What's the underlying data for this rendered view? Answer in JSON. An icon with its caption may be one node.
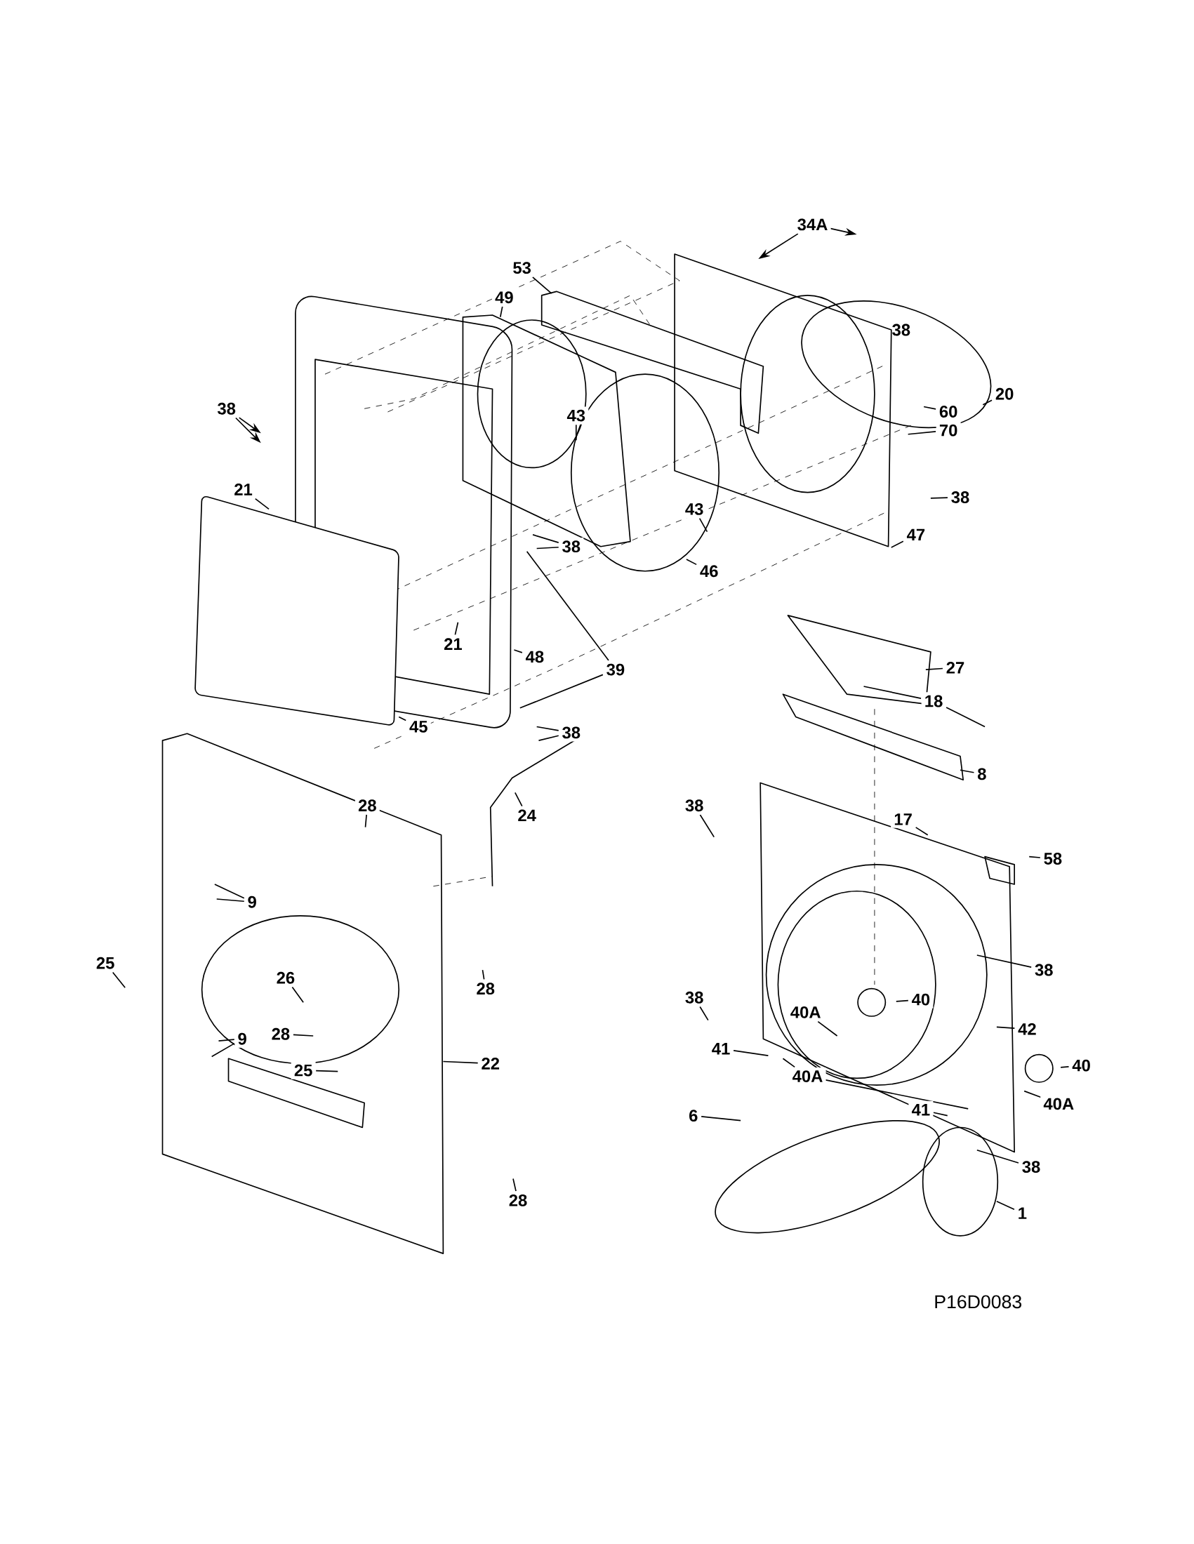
{
  "diagram": {
    "nodes": [
      {
        "text": [
          "34A"
        ]
      },
      {
        "text": [
          "53"
        ]
      },
      {
        "text": [
          "20"
        ]
      },
      {
        "text": [
          "60"
        ]
      },
      {
        "text": [
          "70"
        ]
      },
      {
        "text": [
          "38"
        ]
      },
      {
        "text": [
          "47"
        ]
      },
      {
        "text": [
          "38"
        ]
      },
      {
        "text": [
          "49"
        ]
      },
      {
        "text": [
          "43"
        ]
      },
      {
        "text": [
          "43"
        ]
      },
      {
        "text": [
          "21"
        ]
      },
      {
        "text": [
          "21"
        ]
      },
      {
        "text": [
          "46"
        ]
      },
      {
        "text": [
          "38"
        ]
      },
      {
        "text": [
          "48"
        ]
      },
      {
        "text": [
          "39"
        ]
      },
      {
        "text": [
          "38"
        ]
      },
      {
        "text": [
          "45"
        ]
      },
      {
        "text": [
          "27"
        ]
      },
      {
        "text": [
          "18"
        ]
      },
      {
        "text": [
          "8"
        ]
      },
      {
        "text": [
          "24"
        ]
      },
      {
        "text": [
          "28"
        ]
      },
      {
        "text": [
          "38"
        ]
      },
      {
        "text": [
          "17"
        ]
      },
      {
        "text": [
          "58"
        ]
      },
      {
        "text": [
          "9"
        ]
      },
      {
        "text": [
          "25"
        ]
      },
      {
        "text": [
          "26"
        ]
      },
      {
        "text": [
          "28"
        ]
      },
      {
        "text": [
          "38"
        ]
      },
      {
        "text": [
          "40A"
        ]
      },
      {
        "text": [
          "40"
        ]
      },
      {
        "text": [
          "38"
        ]
      },
      {
        "text": [
          "42"
        ]
      },
      {
        "text": [
          "9"
        ]
      },
      {
        "text": [
          "28"
        ]
      },
      {
        "text": [
          "25"
        ]
      },
      {
        "text": [
          "22"
        ]
      },
      {
        "text": [
          "41"
        ]
      },
      {
        "text": [
          "40A"
        ]
      },
      {
        "text": [
          "40"
        ]
      },
      {
        "text": [
          "40A"
        ]
      },
      {
        "text": [
          "6"
        ]
      },
      {
        "text": [
          "41"
        ]
      },
      {
        "text": [
          "38"
        ]
      },
      {
        "text": [
          "28"
        ]
      },
      {
        "text": [
          "1"
        ]
      }
    ],
    "edges": [
      {
        "from": 0,
        "to": null,
        "arrow": "to"
      },
      {
        "from": 0,
        "to": null,
        "arrow": "to"
      },
      {
        "from": 1,
        "to": null,
        "arrow": "none"
      },
      {
        "from": 2,
        "to": null,
        "arrow": "none"
      },
      {
        "from": 3,
        "to": null,
        "arrow": "none"
      },
      {
        "from": 4,
        "to": null,
        "arrow": "none"
      },
      {
        "from": 5,
        "to": null,
        "arrow": "none"
      },
      {
        "from": 6,
        "to": null,
        "arrow": "none"
      },
      {
        "from": 7,
        "to": null,
        "arrow": "to"
      },
      {
        "from": 7,
        "to": null,
        "arrow": "to"
      },
      {
        "from": 8,
        "to": null,
        "arrow": "none"
      },
      {
        "from": 9,
        "to": null,
        "arrow": "none"
      },
      {
        "from": 10,
        "to": null,
        "arrow": "none"
      },
      {
        "from": 11,
        "to": null,
        "arrow": "none"
      },
      {
        "from": 12,
        "to": null,
        "arrow": "none"
      },
      {
        "from": 13,
        "to": null,
        "arrow": "none"
      },
      {
        "from": 14,
        "to": null,
        "arrow": "none"
      },
      {
        "from": 14,
        "to": null,
        "arrow": "none"
      },
      {
        "from": 15,
        "to": null,
        "arrow": "none"
      },
      {
        "from": 16,
        "to": null,
        "arrow": "none"
      },
      {
        "from": 16,
        "to": null,
        "arrow": "none"
      },
      {
        "from": 17,
        "to": null,
        "arrow": "none"
      },
      {
        "from": 17,
        "to": null,
        "arrow": "none"
      },
      {
        "from": 18,
        "to": null,
        "arrow": "none"
      },
      {
        "from": 19,
        "to": null,
        "arrow": "none"
      },
      {
        "from": 20,
        "to": null,
        "arrow": "none"
      },
      {
        "from": 20,
        "to": null,
        "arrow": "none"
      },
      {
        "from": 21,
        "to": null,
        "arrow": "none"
      },
      {
        "from": 22,
        "to": null,
        "arrow": "none"
      },
      {
        "from": 23,
        "to": null,
        "arrow": "none"
      },
      {
        "from": 24,
        "to": null,
        "arrow": "none"
      },
      {
        "from": 25,
        "to": null,
        "arrow": "none"
      },
      {
        "from": 26,
        "to": null,
        "arrow": "none"
      },
      {
        "from": 27,
        "to": null,
        "arrow": "none"
      },
      {
        "from": 27,
        "to": null,
        "arrow": "none"
      },
      {
        "from": 28,
        "to": null,
        "arrow": "none"
      },
      {
        "from": 29,
        "to": null,
        "arrow": "none"
      },
      {
        "from": 30,
        "to": null,
        "arrow": "none"
      },
      {
        "from": 31,
        "to": null,
        "arrow": "none"
      },
      {
        "from": 32,
        "to": null,
        "arrow": "none"
      },
      {
        "from": 33,
        "to": null,
        "arrow": "none"
      },
      {
        "from": 34,
        "to": null,
        "arrow": "none"
      },
      {
        "from": 35,
        "to": null,
        "arrow": "none"
      },
      {
        "from": 36,
        "to": null,
        "arrow": "none"
      },
      {
        "from": 36,
        "to": null,
        "arrow": "none"
      },
      {
        "from": 37,
        "to": null,
        "arrow": "none"
      },
      {
        "from": 38,
        "to": null,
        "arrow": "none"
      },
      {
        "from": 39,
        "to": null,
        "arrow": "none"
      },
      {
        "from": 40,
        "to": null,
        "arrow": "none"
      },
      {
        "from": 41,
        "to": null,
        "arrow": "none"
      },
      {
        "from": 41,
        "to": null,
        "arrow": "none"
      },
      {
        "from": 42,
        "to": null,
        "arrow": "none"
      },
      {
        "from": 43,
        "to": null,
        "arrow": "none"
      },
      {
        "from": 44,
        "to": null,
        "arrow": "none"
      },
      {
        "from": 45,
        "to": null,
        "arrow": "none"
      },
      {
        "from": 46,
        "to": null,
        "arrow": "none"
      },
      {
        "from": 47,
        "to": null,
        "arrow": "none"
      },
      {
        "from": 48,
        "to": null,
        "arrow": "none"
      }
    ],
    "labels": [
      "38",
      "P16D0083"
    ]
  }
}
